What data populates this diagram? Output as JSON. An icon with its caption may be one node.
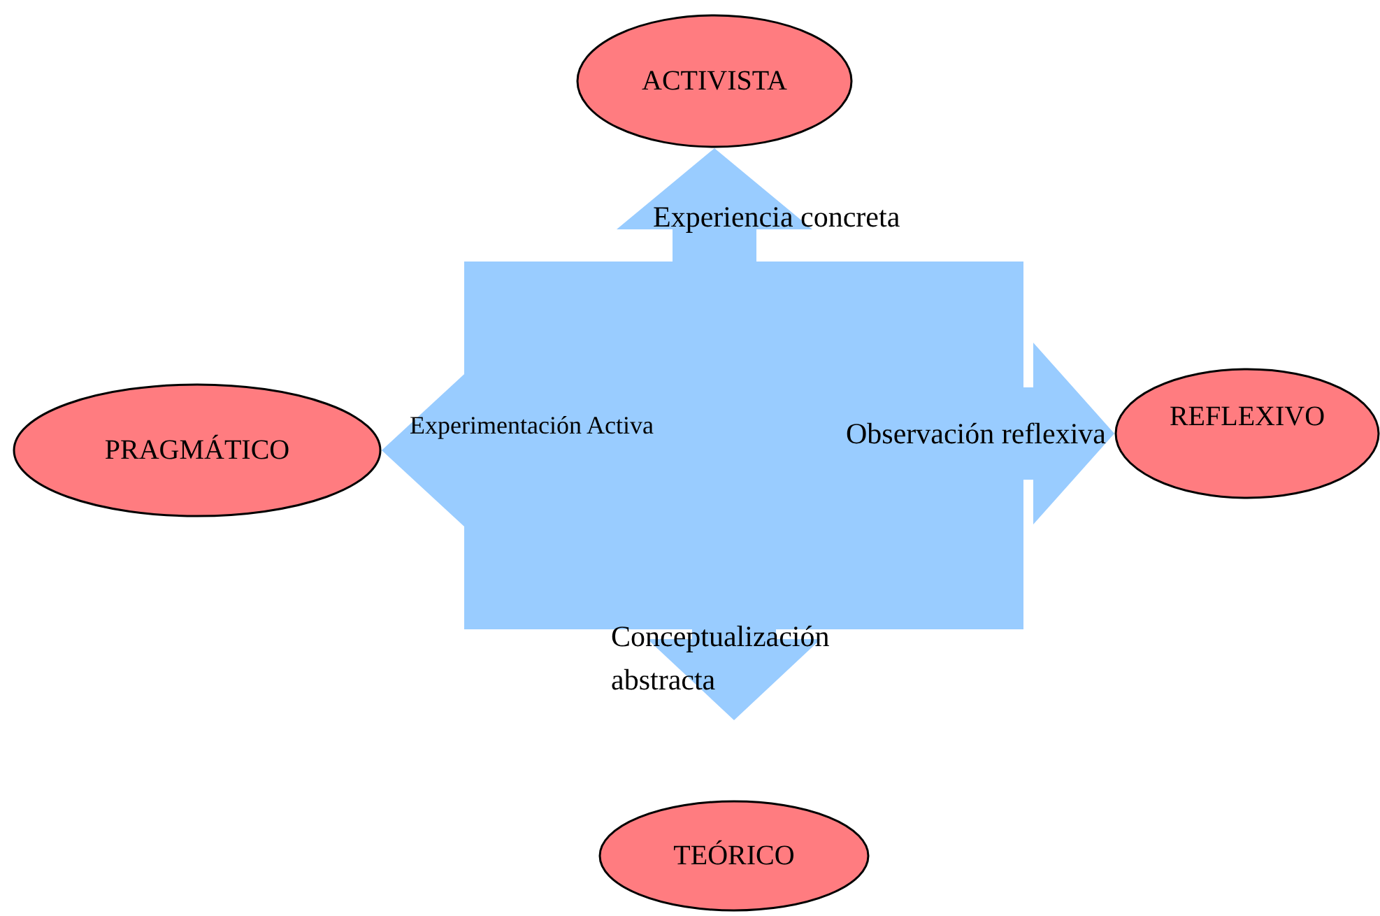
{
  "diagram": {
    "nodes": [
      {
        "text": [
          "ACTIVISTA"
        ]
      },
      {
        "text": [
          "PRAGMÁTICO"
        ]
      },
      {
        "text": [],
        "shape": "box"
      },
      {
        "text": [
          "REFLEXIVO"
        ]
      },
      {
        "text": [
          "TEÓRICO"
        ]
      }
    ],
    "edges": [
      {
        "from": 2,
        "to": 0,
        "arrow": "to",
        "label": "Experiencia concreta"
      },
      {
        "from": 2,
        "to": 1,
        "arrow": "to",
        "label": "Experimentación Activa"
      },
      {
        "from": 2,
        "to": 3,
        "arrow": "to",
        "label": "Observación reflexiva"
      },
      {
        "from": 2,
        "to": 4,
        "arrow": "to",
        "label": "Conceptualización abstracta"
      }
    ]
  }
}
